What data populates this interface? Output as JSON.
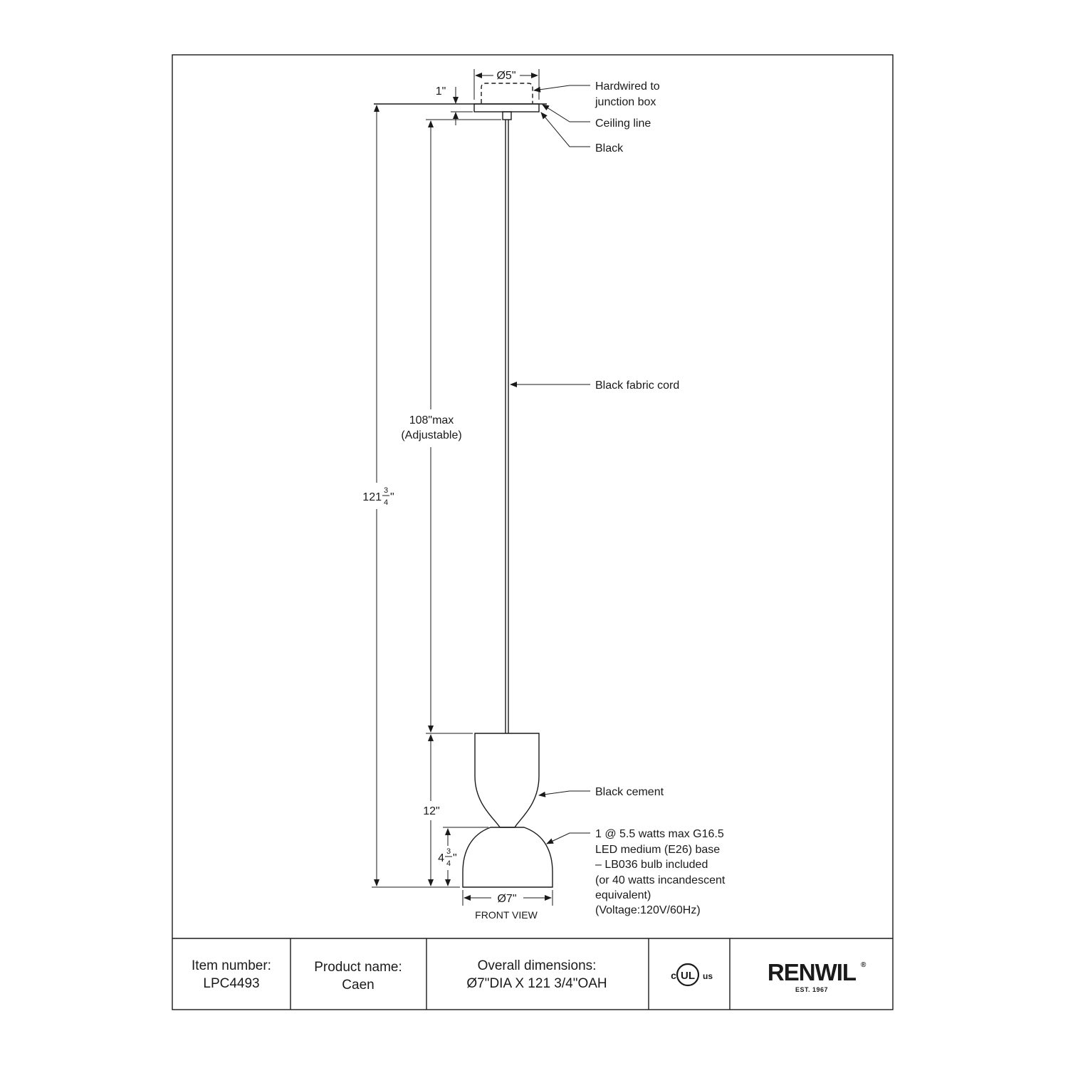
{
  "callouts": {
    "hardwired_1": "Hardwired to",
    "hardwired_2": "junction box",
    "ceiling_line": "Ceiling line",
    "black": "Black",
    "cord": "Black fabric cord",
    "cement": "Black cement",
    "bulb_1": "1 @ 5.5 watts max G16.5",
    "bulb_2": "LED medium (E26) base",
    "bulb_3": "– LB036 bulb included",
    "bulb_4": "(or 40 watts incandescent",
    "bulb_5": "equivalent)",
    "bulb_6": "(Voltage:120V/60Hz)"
  },
  "dimensions": {
    "canopy_dia": "Ø5\"",
    "canopy_height": "1\"",
    "cord_max": "108\"max",
    "cord_adjustable": "(Adjustable)",
    "overall_whole": "121",
    "overall_num": "3",
    "overall_den": "4",
    "overall_unit": "\"",
    "shade_height": "12\"",
    "lower_whole": "4",
    "lower_num": "3",
    "lower_den": "4",
    "lower_unit": "\"",
    "shade_dia": "Ø7\""
  },
  "view_label": "FRONT VIEW",
  "title_block": {
    "item_label": "Item number:",
    "item_value": "LPC4493",
    "product_label": "Product name:",
    "product_value": "Caen",
    "dims_label": "Overall dimensions:",
    "dims_value": "Ø7\"DIA X 121 3/4\"OAH",
    "cert_c": "c",
    "cert_ul": "UL",
    "cert_us": "us",
    "brand": "RENWIL",
    "brand_mark": "®",
    "brand_est": "EST. 1967"
  }
}
